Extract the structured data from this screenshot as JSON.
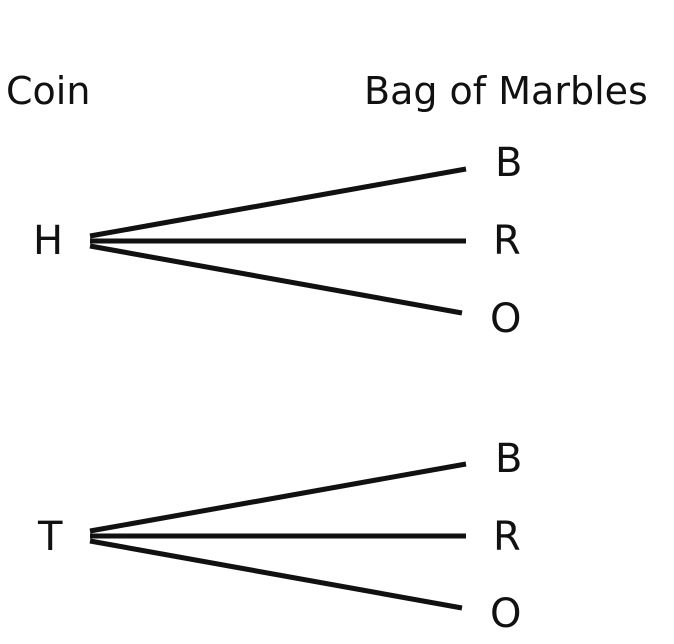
{
  "headers": {
    "coin": "Coin",
    "bag": "Bag of Marbles"
  },
  "coin_outcomes": [
    {
      "label": "H",
      "marbles": [
        "B",
        "R",
        "O"
      ]
    },
    {
      "label": "T",
      "marbles": [
        "B",
        "R",
        "O"
      ]
    }
  ],
  "colors": {
    "ink": "#111111",
    "background": "#ffffff"
  }
}
